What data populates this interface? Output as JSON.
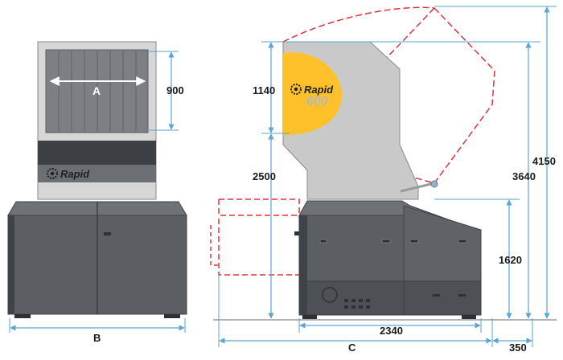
{
  "drawing": {
    "front_view": {
      "brand_label": "Rapid",
      "dim_label_A": "A",
      "dim_label_900": "900",
      "dim_label_B": "B"
    },
    "side_view": {
      "brand_label": "Rapid",
      "model_label": "600",
      "dim_label_1140": "1140",
      "dim_label_2500": "2500",
      "dim_label_1620": "1620",
      "dim_label_3640": "3640",
      "dim_label_4150": "4150",
      "dim_label_2340": "2340",
      "dim_label_C": "C",
      "dim_label_350": "350"
    }
  },
  "colors": {
    "dimension_line": "#5aa6d6",
    "outline_dashed": "#e0323c",
    "machine_dark": "#55595e",
    "hopper_grey": "#c9c9c9",
    "logo_yellow": "#ffc12a"
  }
}
